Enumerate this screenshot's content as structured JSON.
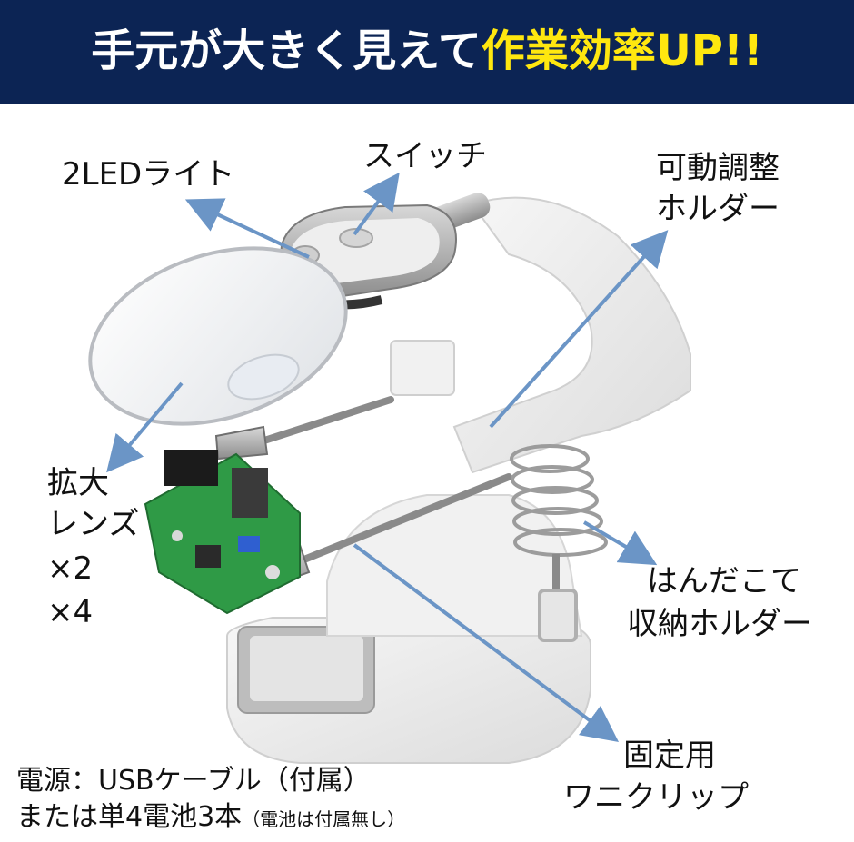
{
  "banner": {
    "text_white": "手元が大きく見えて",
    "text_highlight": "作業効率UP!!",
    "background_color": "#0c2454",
    "highlight_color": "#ffe70f"
  },
  "labels": {
    "led_light": "2LEDライト",
    "switch": "スイッチ",
    "adjustable_holder_line1": "可動調整",
    "adjustable_holder_line2": "ホルダー",
    "magnifier_line1": "拡大",
    "magnifier_line2": "レンズ",
    "magnifier_line3": "×2",
    "magnifier_line4": "×4",
    "iron_holder_line1": "はんだこて",
    "iron_holder_line2": "収納ホルダー",
    "clip_line1": "固定用",
    "clip_line2": "ワニクリップ"
  },
  "power_note": {
    "line1": "電源：USBケーブル（付属）",
    "line2": "または単4電池3本",
    "line2_small": "（電池は付属無し）"
  },
  "arrow_color": "#6b95c6"
}
